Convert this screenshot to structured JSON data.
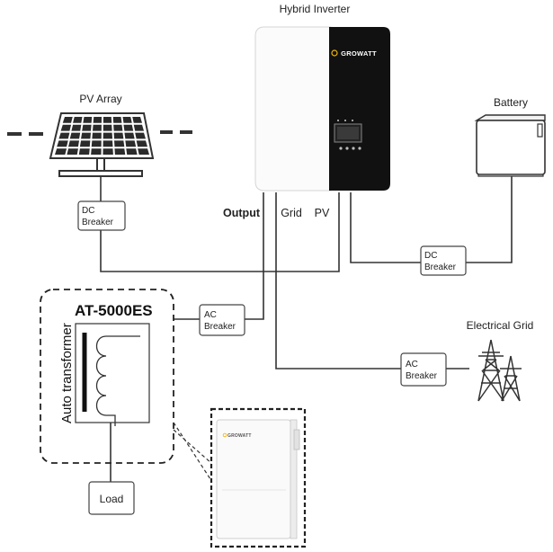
{
  "labels": {
    "inverter_title": "Hybrid Inverter",
    "pv_array": "PV Array",
    "battery": "Battery",
    "electrical_grid": "Electrical Grid",
    "port_output": "Output",
    "port_grid": "Grid",
    "port_pv": "PV",
    "autotransformer_model": "AT-5000ES",
    "autotransformer_vertical": "Auto transformer",
    "load": "Load"
  },
  "breakers": {
    "pv_dc": [
      "DC",
      "Breaker"
    ],
    "battery_dc": [
      "DC",
      "Breaker"
    ],
    "output_ac": [
      "AC",
      "Breaker"
    ],
    "grid_ac": [
      "AC",
      "Breaker"
    ]
  },
  "brand": {
    "inverter_logo": "GROWATT",
    "autotransformer_logo": "GROWATT"
  },
  "colors": {
    "line": "#333333",
    "inverter_black": "#111111",
    "brand_accent": "#f2b705"
  }
}
